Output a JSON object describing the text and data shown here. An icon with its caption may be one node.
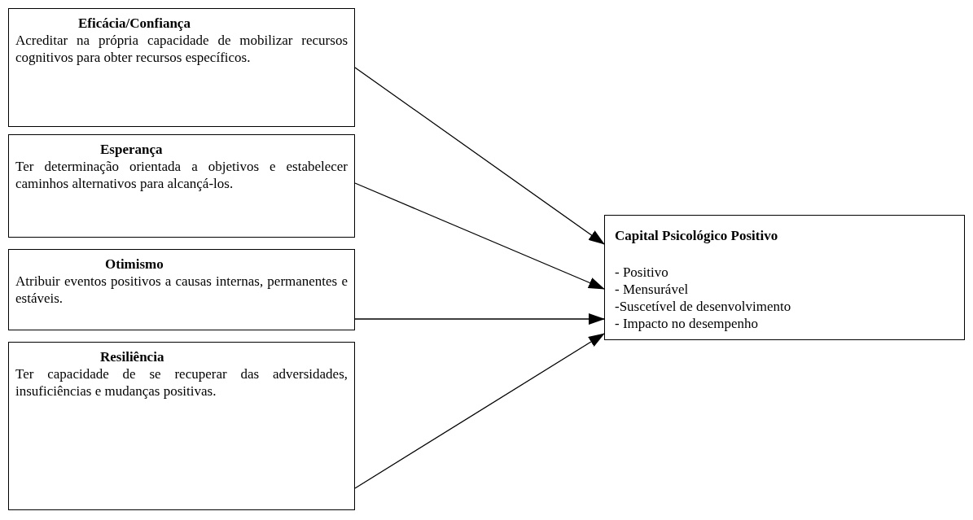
{
  "diagram": {
    "nodes": [
      {
        "text": [
          "Eficácia/Confiança",
          "Acreditar na própria capacidade de mobilizar recursos cognitivos para obter recursos específicos."
        ]
      },
      {
        "text": [
          "Esperança",
          "Ter determinação orientada a objetivos e estabelecer caminhos alternativos para alcançá-los."
        ]
      },
      {
        "text": [
          "Otimismo",
          "Atribuir eventos positivos a causas internas, permanentes e estáveis."
        ]
      },
      {
        "text": [
          "Resiliência",
          "Ter capacidade de se recuperar das adversidades, insuficiências e mudanças positivas."
        ]
      },
      {
        "text": [
          "Capital Psicológico Positivo",
          "- Positivo",
          "- Mensurável",
          "-Suscetível de desenvolvimento",
          "- Impacto no desempenho"
        ]
      }
    ],
    "edges": [
      {
        "from": 0,
        "to": 4,
        "arrow": "to"
      },
      {
        "from": 1,
        "to": 4,
        "arrow": "to"
      },
      {
        "from": 2,
        "to": 4,
        "arrow": "to"
      },
      {
        "from": 3,
        "to": 4,
        "arrow": "to"
      }
    ]
  }
}
